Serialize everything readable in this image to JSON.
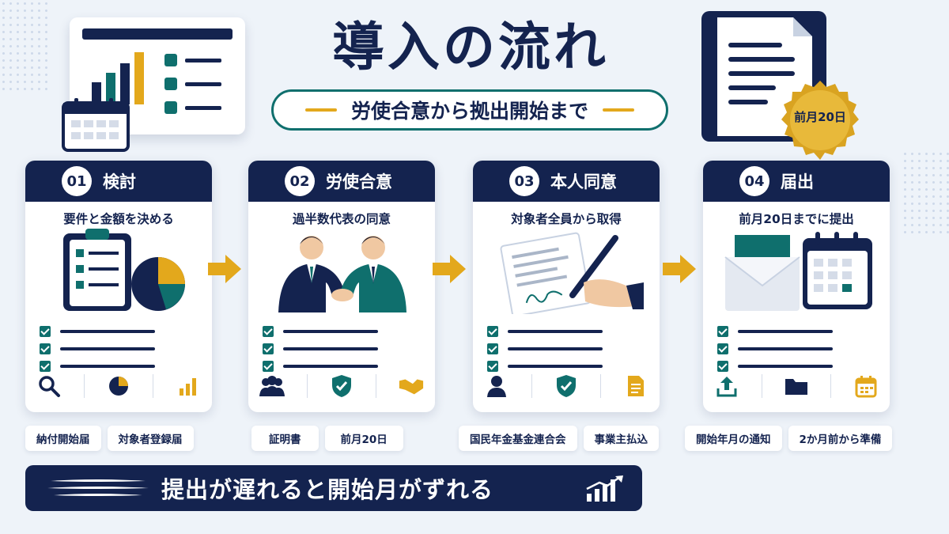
{
  "title": "導入の流れ",
  "subtitle": "労使合意から拠出開始まで",
  "seal": "前月20日",
  "steps": [
    {
      "num": "01",
      "title": "検討",
      "desc": "要件と金額を決める"
    },
    {
      "num": "02",
      "title": "労使合意",
      "desc": "過半数代表の同意"
    },
    {
      "num": "03",
      "title": "本人同意",
      "desc": "対象者全員から取得"
    },
    {
      "num": "04",
      "title": "届出",
      "desc": "前月20日までに提出"
    }
  ],
  "tags": [
    "納付開始届",
    "対象者登録届",
    "証明書",
    "前月20日",
    "国民年金基金連合会",
    "事業主払込",
    "開始年月の通知",
    "2か月前から準備"
  ],
  "banner": "提出が遅れると開始月がずれる",
  "colors": {
    "navy": "#14234f",
    "teal": "#0f6f6d",
    "gold": "#e3a81c"
  }
}
